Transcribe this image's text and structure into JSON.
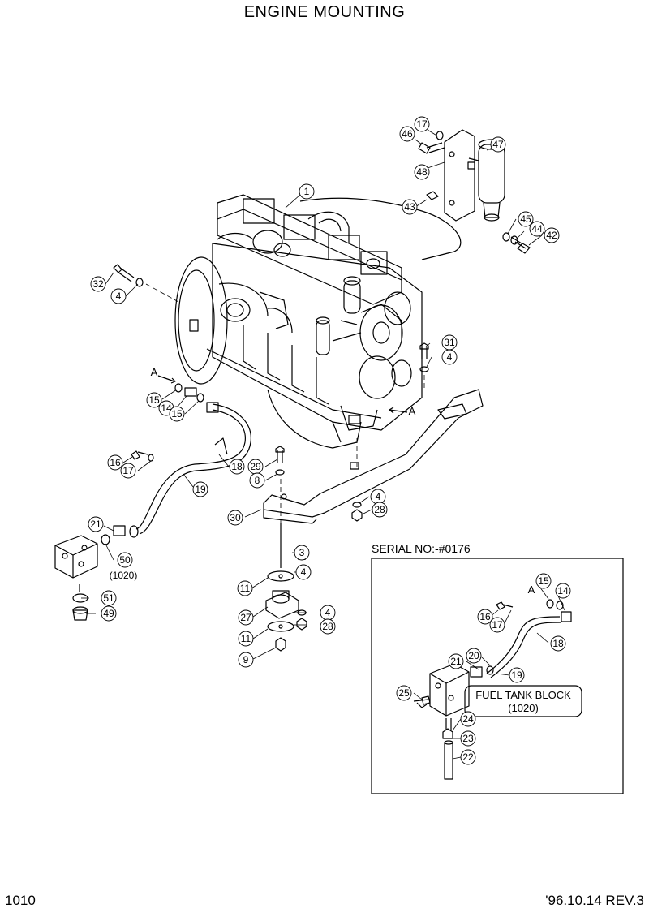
{
  "title": "ENGINE MOUNTING",
  "page_number": "1010",
  "revision": "'96.10.14 REV.3",
  "inset": {
    "serial_label": "SERIAL NO:-#0176",
    "fuel_block_label_1": "FUEL TANK BLOCK",
    "fuel_block_label_2": "(1020)"
  },
  "view_markers": [
    "A",
    "A",
    "A"
  ],
  "callouts_main": [
    "1",
    "17",
    "46",
    "47",
    "48",
    "43",
    "45",
    "44",
    "42",
    "32",
    "4",
    "31",
    "4",
    "15",
    "14",
    "15",
    "16",
    "17",
    "18",
    "19",
    "29",
    "8",
    "4",
    "28",
    "30",
    "21",
    "50",
    "(1020)",
    "51",
    "49",
    "3",
    "11",
    "4",
    "27",
    "4",
    "28",
    "11",
    "9"
  ],
  "callouts_inset": [
    "15",
    "14",
    "16",
    "17",
    "18",
    "21",
    "20",
    "19",
    "25",
    "24",
    "23",
    "22"
  ]
}
